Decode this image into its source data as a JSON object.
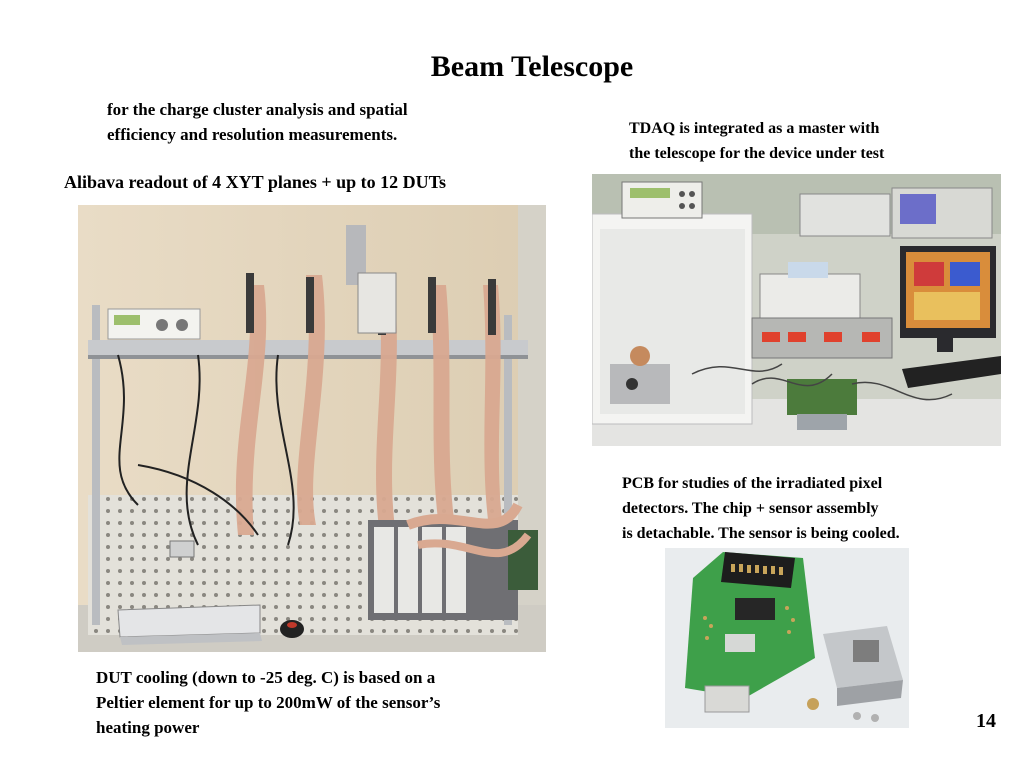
{
  "slide": {
    "title": "Beam Telescope",
    "page_number": "14"
  },
  "left": {
    "intro_lines": [
      "for the charge cluster analysis and spatial",
      "efficiency and resolution measurements."
    ],
    "photo_caption": "Alibava readout of 4 XYT planes + up to 12 DUTs",
    "bottom_lines": [
      "DUT cooling (down to -25 deg. C) is based on a",
      "Peltier element for up to 200mW of the sensor’s",
      "heating power"
    ]
  },
  "right": {
    "top_lines": [
      "TDAQ is integrated as a master  with",
      "the telescope for the device under test"
    ],
    "pcb_lines": [
      "PCB for studies of  the irradiated pixel",
      "detectors.  The chip + sensor assembly",
      "is detachable. The sensor is being cooled."
    ]
  },
  "photos": {
    "telescope_setup": "telescope-rack-photo",
    "tdaq_station": "tdaq-lab-photo",
    "pcb_board": "pcb-assembly-photo"
  }
}
